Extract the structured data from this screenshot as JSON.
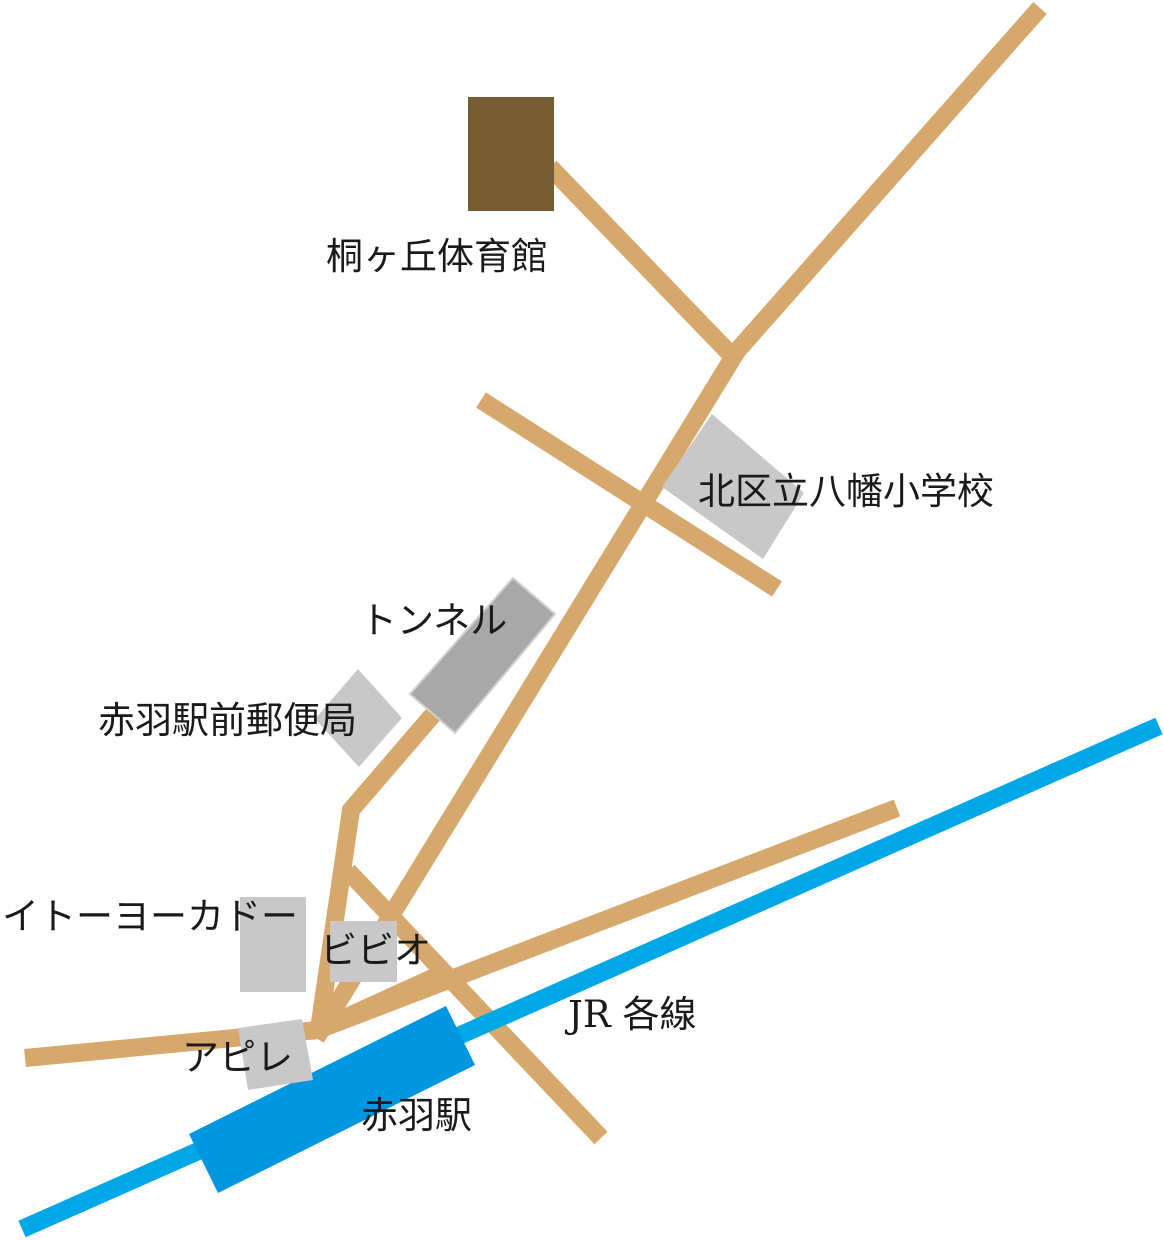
{
  "colors": {
    "road": "#D6A86C",
    "rail": "#00A7E6",
    "station": "#0096E0",
    "gym": "#765C30",
    "building": "#C8C8C8",
    "tunnel": "#A8A8A8",
    "text": "#1a1a1a"
  },
  "landmarks": {
    "gym": "桐ヶ丘体育館",
    "school": "北区立八幡小学校",
    "tunnel": "トンネル",
    "post_office": "赤羽駅前郵便局",
    "ito_yokado": "イトーヨーカドー",
    "bibio": "ビビオ",
    "apire": "アピレ",
    "jr_lines": "JR 各線",
    "station": "赤羽駅"
  }
}
